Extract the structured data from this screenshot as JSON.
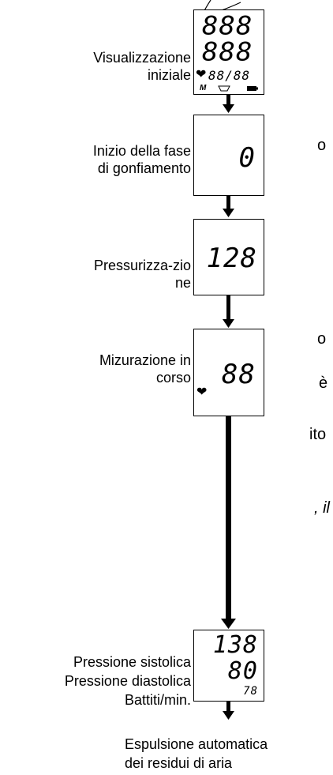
{
  "fragments": [
    "o",
    "o",
    "è",
    "ito",
    ", il"
  ],
  "steps": [
    {
      "label_lines": [
        "Visualizzazione",
        "iniziale"
      ],
      "display": {
        "row1": "888",
        "row2": "888",
        "row3": "88/88",
        "icons": [
          "heart-icon",
          "memory-m-icon",
          "cuff-icon",
          "battery-icon"
        ],
        "memory_letter": "M"
      }
    },
    {
      "label_lines": [
        "Inizio della fase",
        "di gonfiamento"
      ],
      "display": {
        "value": "0"
      }
    },
    {
      "label_lines": [
        "Pressurizza-zio",
        "ne"
      ],
      "display": {
        "value": "128"
      }
    },
    {
      "label_lines": [
        "Mizurazione in",
        "corso"
      ],
      "display": {
        "value": "88",
        "icons": [
          "heart-icon"
        ]
      }
    },
    {
      "label_lines": [
        "Pressione sistolica",
        "Pressione diastolica",
        "Battiti/min."
      ],
      "display": {
        "systolic": "138",
        "diastolic": "80",
        "pulse": "78"
      }
    }
  ],
  "final_note": [
    "Espulsione automatica",
    "dei residui di aria"
  ],
  "colors": {
    "ink": "#000000",
    "background": "#ffffff"
  }
}
